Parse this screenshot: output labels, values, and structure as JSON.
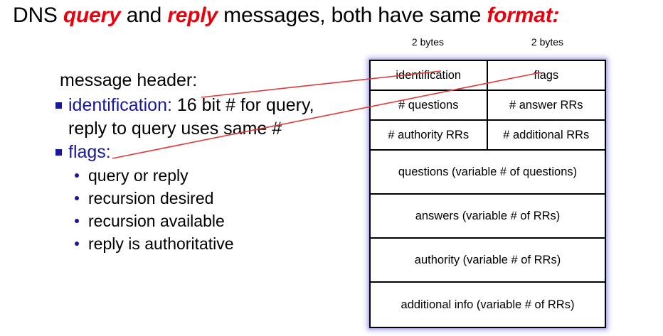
{
  "title": {
    "part1": "DNS ",
    "em1": "query",
    "part2": " and ",
    "em2": "reply",
    "part3": " messages, both have same  ",
    "em3": "format:"
  },
  "body": {
    "lead": "message header:",
    "bullets": [
      {
        "keyword": "identification:",
        "text": " 16 bit # for query,",
        "continuation": "reply to query uses same #"
      },
      {
        "keyword": "flags:",
        "text": "",
        "continuation": ""
      }
    ],
    "subbullets": [
      "query or reply",
      "recursion desired",
      "recursion available",
      "reply is authoritative"
    ]
  },
  "measures": {
    "left_label": "2 bytes",
    "right_label": "2 bytes"
  },
  "table": {
    "rows": [
      {
        "type": "pair",
        "left": "identification",
        "right": "flags"
      },
      {
        "type": "pair",
        "left": "# questions",
        "right": "# answer RRs"
      },
      {
        "type": "pair",
        "left": "# authority RRs",
        "right": "# additional RRs"
      },
      {
        "type": "wide",
        "text": "questions (variable # of questions)"
      },
      {
        "type": "wide",
        "text": "answers (variable # of RRs)"
      },
      {
        "type": "wide",
        "text": "authority (variable # of RRs)"
      },
      {
        "type": "wide",
        "text": "additional info (variable # of RRs)"
      }
    ]
  },
  "colors": {
    "accent_red": "#e8000d",
    "accent_navy": "#17179c",
    "leader_line": "#e03a3a",
    "table_glow": "#b3b0e8"
  }
}
